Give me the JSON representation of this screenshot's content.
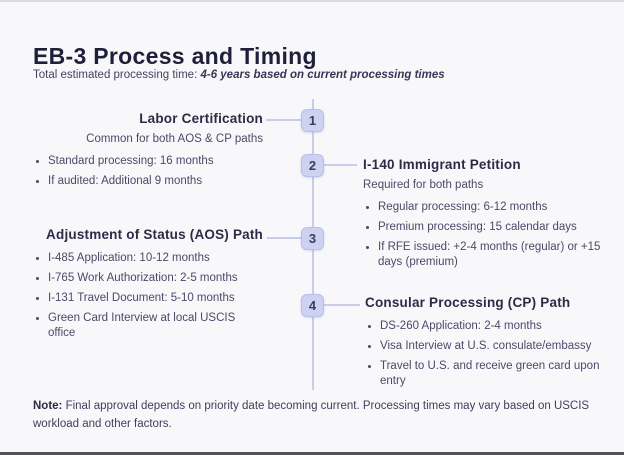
{
  "header": {
    "title": "EB-3 Process and Timing",
    "subtitle_prefix": "Total estimated processing time: ",
    "subtitle_emphasis": "4-6 years based on current processing times"
  },
  "timeline": {
    "steps": [
      {
        "number": "1",
        "side": "left",
        "title": "Labor Certification",
        "subtitle": "Common for both AOS & CP paths",
        "bullets": [
          "Standard processing: 16 months",
          "If audited: Additional 9 months"
        ]
      },
      {
        "number": "2",
        "side": "right",
        "title": "I-140 Immigrant Petition",
        "subtitle": "Required for both paths",
        "bullets": [
          "Regular processing: 6-12 months",
          "Premium processing: 15 calendar days",
          "If RFE issued: +2-4 months (regular) or +15 days (premium)"
        ]
      },
      {
        "number": "3",
        "side": "left",
        "title": "Adjustment of Status (AOS) Path",
        "subtitle": "",
        "bullets": [
          "I-485 Application: 10-12 months",
          "I-765 Work Authorization: 2-5 months",
          "I-131 Travel Document: 5-10 months",
          "Green Card Interview at local USCIS office"
        ]
      },
      {
        "number": "4",
        "side": "right",
        "title": "Consular Processing (CP) Path",
        "subtitle": "",
        "bullets": [
          "DS-260 Application: 2-4 months",
          "Visa Interview at U.S. consulate/embassy",
          "Travel to U.S. and receive green card upon entry"
        ]
      }
    ]
  },
  "footer": {
    "note_label": "Note:",
    "note_text": " Final approval depends on priority date becoming current. Processing times may vary based on USCIS workload and other factors."
  },
  "colors": {
    "background": "#f8f8fb",
    "title_text": "#201f39",
    "heading_text": "#2c2b46",
    "body_text": "#4b4967",
    "timeline_line": "#c9cce9",
    "badge_background": "#cdd2f3",
    "badge_border": "#b9bfeb",
    "badge_number": "#393e5d",
    "bottom_border": "#53525a"
  }
}
